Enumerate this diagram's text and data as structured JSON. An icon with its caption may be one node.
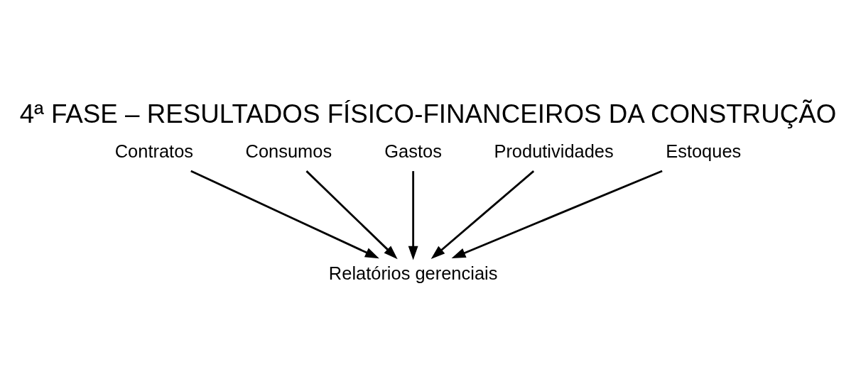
{
  "diagram": {
    "title": "4ª FASE – RESULTADOS FÍSICO-FINANCEIROS DA CONSTRUÇÃO",
    "nodes": [
      {
        "text": [
          "Contratos"
        ]
      },
      {
        "text": [
          "Consumos"
        ]
      },
      {
        "text": [
          "Gastos"
        ]
      },
      {
        "text": [
          "Produtividades"
        ]
      },
      {
        "text": [
          "Estoques"
        ]
      },
      {
        "text": [
          "Relatórios gerenciais"
        ]
      }
    ],
    "edges": [
      {
        "from": 0,
        "to": 5,
        "arrow": "to"
      },
      {
        "from": 1,
        "to": 5,
        "arrow": "to"
      },
      {
        "from": 2,
        "to": 5,
        "arrow": "to"
      },
      {
        "from": 3,
        "to": 5,
        "arrow": "to"
      },
      {
        "from": 4,
        "to": 5,
        "arrow": "to"
      }
    ]
  }
}
